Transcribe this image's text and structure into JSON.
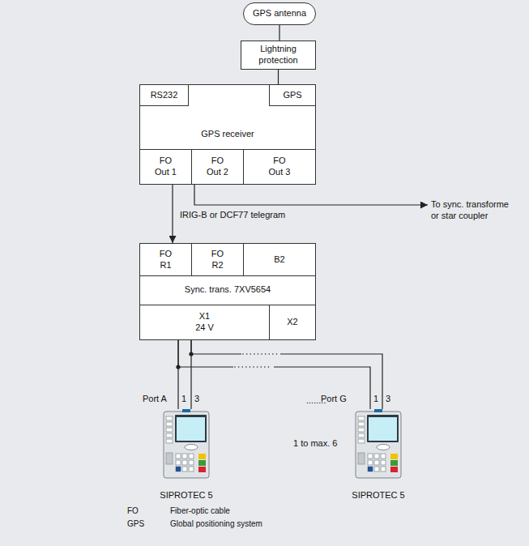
{
  "diagram": {
    "nodes": [
      {
        "text": [
          "GPS antenna"
        ]
      },
      {
        "text": [
          "Lightning protection"
        ]
      },
      {
        "text": [
          "GPS receiver"
        ]
      },
      {
        "text": [
          "RS232"
        ],
        "in": 2
      },
      {
        "text": [
          "GPS"
        ],
        "in": 2
      },
      {
        "text": [
          "FO Out 1"
        ],
        "in": 2
      },
      {
        "text": [
          "FO Out 2"
        ],
        "in": 2
      },
      {
        "text": [
          "FO Out 3"
        ],
        "in": 2
      },
      {
        "text": [
          "Sync. trans. 7XV5654"
        ]
      },
      {
        "text": [
          "FO R1"
        ],
        "in": 8
      },
      {
        "text": [
          "FO R2"
        ],
        "in": 8
      },
      {
        "text": [
          "B2"
        ],
        "in": 8
      },
      {
        "text": [
          "X1 24 V"
        ],
        "in": 8
      },
      {
        "text": [
          "X2"
        ],
        "in": 8
      },
      {
        "text": [
          "SIPROTEC 5"
        ]
      },
      {
        "text": [
          "SIPROTEC 5"
        ]
      }
    ],
    "edges": [
      {
        "from": 0,
        "to": 1,
        "arrow": "none"
      },
      {
        "from": 1,
        "to": 4,
        "arrow": "none"
      },
      {
        "from": 5,
        "to": 9,
        "label": "IRIG-B or DCF77 telegram",
        "arrow": "to"
      },
      {
        "from": 12,
        "to": 14,
        "arrow": "none"
      },
      {
        "from": 12,
        "to": 15,
        "arrow": "none"
      }
    ],
    "labels": [
      "To sync. transforme or star coupler",
      "Port A",
      "1",
      "3",
      "Port G",
      "1",
      "3",
      "........",
      "1 to max. 6",
      "FO",
      "Fiber-optic cable",
      "GPS",
      "Global positioning system"
    ]
  }
}
